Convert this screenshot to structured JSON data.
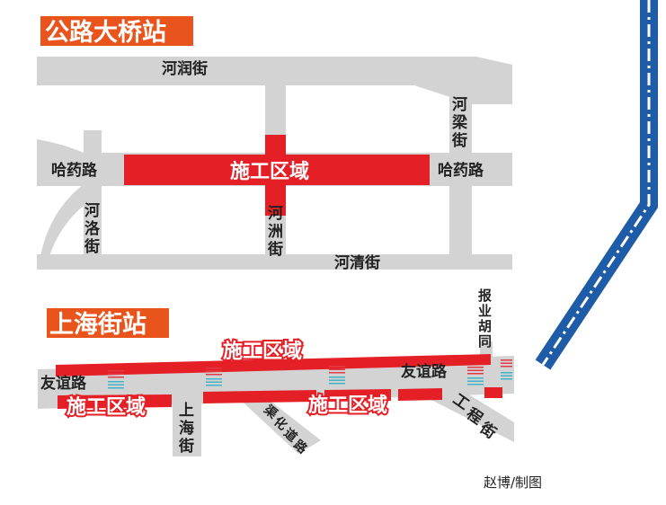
{
  "colors": {
    "road": "#d3d3d3",
    "zone": "#e51f26",
    "title_bg": "#e9541d",
    "metro": "#1e5ca8",
    "stripe_red": "#e23a45",
    "stripe_cyan": "#3fb6c8"
  },
  "station1": {
    "title": "公路大桥站",
    "zone_label": "施工区域",
    "roads": {
      "herun": "河润街",
      "haryao_left": "哈药路",
      "haryao_right": "哈药路",
      "heliang": [
        "河",
        "梁",
        "街"
      ],
      "heluo": [
        "河",
        "洛",
        "街"
      ],
      "hezhou": [
        "河",
        "洲",
        "街"
      ],
      "heqing": "河清街"
    }
  },
  "station2": {
    "title": "上海街站",
    "zone_labels": [
      "施工区域",
      "施工区域",
      "施工区域"
    ],
    "roads": {
      "youyi_left": "友谊路",
      "youyi_right": "友谊路",
      "shanghai": [
        "上",
        "海",
        "街"
      ],
      "quhua": [
        "渠",
        "化",
        "道",
        "路"
      ],
      "gongcheng": [
        "工",
        "程",
        "街"
      ],
      "baoye": [
        "报",
        "业",
        "胡",
        "同"
      ]
    }
  },
  "icons": [
    "metro-line-icon",
    "traffic-lane-icon"
  ],
  "credit": "赵博/制图"
}
